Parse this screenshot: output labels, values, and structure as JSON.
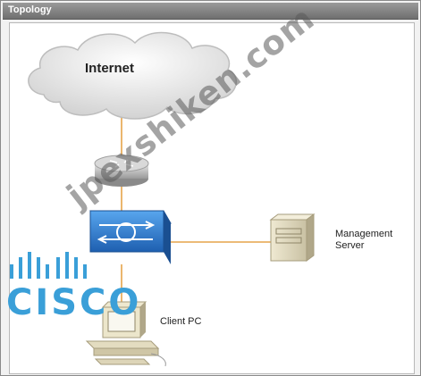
{
  "window": {
    "title": "Topology"
  },
  "topology": {
    "internet_label": "Internet",
    "management_label": "Management\nServer",
    "client_label": "Client PC"
  },
  "overlay": {
    "watermark": "jpexshiken.com",
    "logo_text": "CISCO"
  },
  "colors": {
    "link": "#e6a34a",
    "firewall": "#2f7fd6",
    "cisco_logo": "#3a9fd8"
  }
}
